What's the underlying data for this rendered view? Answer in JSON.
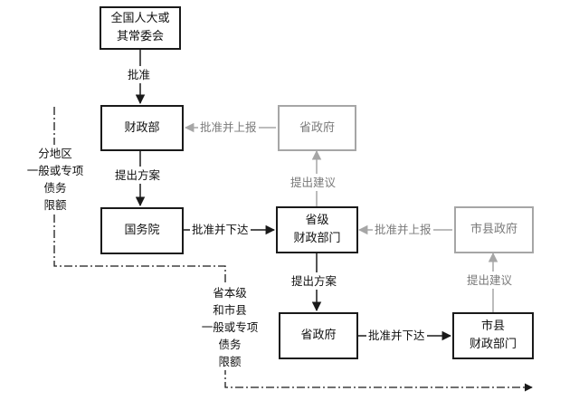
{
  "nodes": {
    "npc": "全国人大或\n其常委会",
    "mof": "财政部",
    "state_council": "国务院",
    "provincial_gov_top": "省政府",
    "provincial_finance": "省级\n财政部门",
    "city_county_gov": "市县政府",
    "provincial_gov": "省政府",
    "city_county_finance": "市县\n财政部门"
  },
  "edges": {
    "approve": "批准",
    "submit_plan_1": "提出方案",
    "approve_report_1": "批准并上报",
    "suggest_1": "提出建议",
    "approve_issue_1": "批准并下达",
    "approve_report_2": "批准并上报",
    "submit_plan_2": "提出方案",
    "suggest_2": "提出建议",
    "approve_issue_2": "批准并下达"
  },
  "side_labels": {
    "regional_quota": "分地区\n一般或专项\n债务\n限额",
    "provincial_quota": "省本级\n和市县\n一般或专项\n债务\n限额"
  },
  "colors": {
    "dark": "#1a1a1a",
    "grey": "#a6a6a6",
    "grey_text": "#7a7a7a"
  }
}
